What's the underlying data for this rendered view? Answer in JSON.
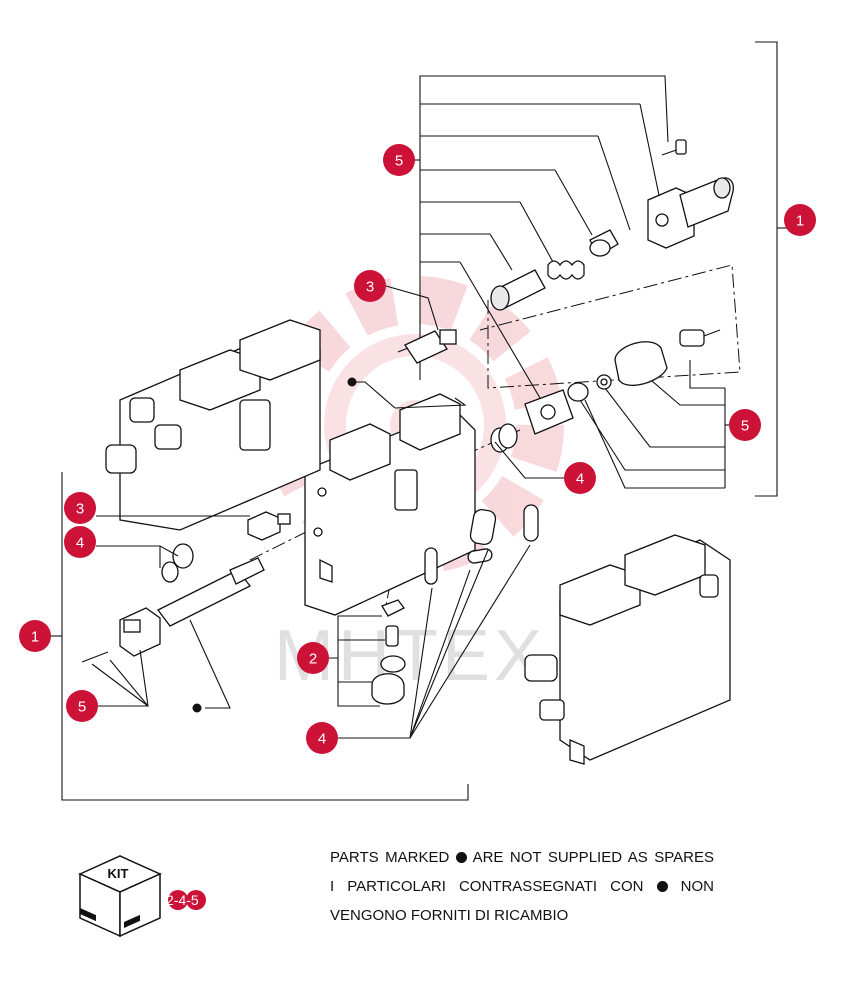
{
  "callouts": [
    {
      "label": "1"
    },
    {
      "label": "1"
    },
    {
      "label": "2"
    },
    {
      "label": "3"
    },
    {
      "label": "3"
    },
    {
      "label": "4"
    },
    {
      "label": "4"
    },
    {
      "label": "4"
    },
    {
      "label": "5"
    },
    {
      "label": "5"
    },
    {
      "label": "5"
    }
  ],
  "notes": {
    "en_prefix": "PARTS MARKED",
    "en_suffix": "ARE NOT SUPPLIED AS SPARES",
    "it_line1_prefix": "I PARTICOLARI CONTRASSEGNATI CON",
    "it_line1_suffix": "NON",
    "it_line2": "VENGONO FORNITI DI RICAMBIO"
  },
  "kit": {
    "title": "KIT",
    "numbers": "2-4-5"
  },
  "watermark": "MHTEX",
  "colors": {
    "callout": "#cc1237",
    "watermark": "#f2b9c0",
    "line": "#111111"
  }
}
